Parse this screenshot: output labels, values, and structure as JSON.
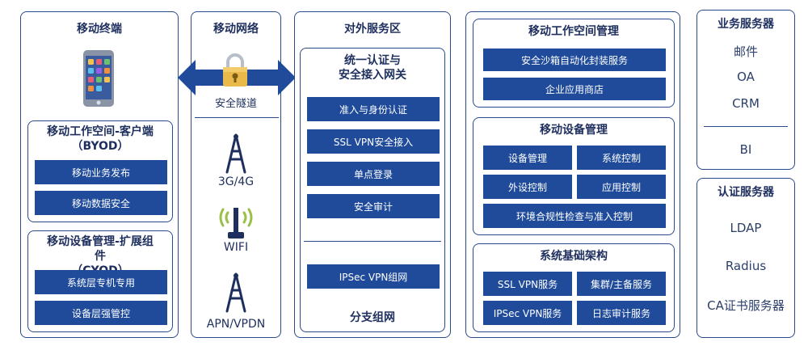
{
  "mobile_terminal": {
    "title": "移动终端",
    "client": {
      "title_line1": "移动工作空间-客户端",
      "title_line2": "（BYOD）",
      "items": [
        "移动业务发布",
        "移动数据安全"
      ]
    },
    "extension": {
      "title_line1": "移动设备管理-扩展组",
      "title_line2": "件",
      "title_line3": "（CYOD）",
      "items": [
        "系统层专机专用",
        "设备层强管控"
      ]
    }
  },
  "mobile_network": {
    "title": "移动网络",
    "tunnel_label": "安全隧道",
    "items": [
      "3G/4G",
      "WIFI",
      "APN/VPDN"
    ]
  },
  "external_zone": {
    "title": "对外服务区",
    "gateway": {
      "title_line1": "统一认证与",
      "title_line2": "安全接入网关",
      "items": [
        "准入与身份认证",
        "SSL VPN安全接入",
        "单点登录",
        "安全审计"
      ],
      "ipsec": "IPSec VPN组网",
      "branch": "分支组网"
    }
  },
  "management": {
    "workspace": {
      "title": "移动工作空间管理",
      "items": [
        "安全沙箱自动化封装服务",
        "企业应用商店"
      ]
    },
    "device": {
      "title": "移动设备管理",
      "items": [
        "设备管理",
        "系统控制",
        "外设控制",
        "应用控制"
      ],
      "wide_item": "环境合规性检查与准入控制"
    },
    "infra": {
      "title": "系统基础架构",
      "items": [
        "SSL VPN服务",
        "集群/主备服务",
        "IPSec VPN服务",
        "日志审计服务"
      ]
    }
  },
  "business_servers": {
    "title": "业务服务器",
    "items": [
      "邮件",
      "OA",
      "CRM"
    ],
    "extra": "BI"
  },
  "auth_servers": {
    "title": "认证服务器",
    "items": [
      "LDAP",
      "Radius",
      "CA证书服务器"
    ]
  },
  "colors": {
    "primary": "#1f4b9a",
    "border": "#2b4a8b",
    "text": "#1e2f5e"
  },
  "icons": [
    "smartphone-icon",
    "lock-icon",
    "double-arrow-icon",
    "cell-tower-icon",
    "wifi-antenna-icon"
  ]
}
